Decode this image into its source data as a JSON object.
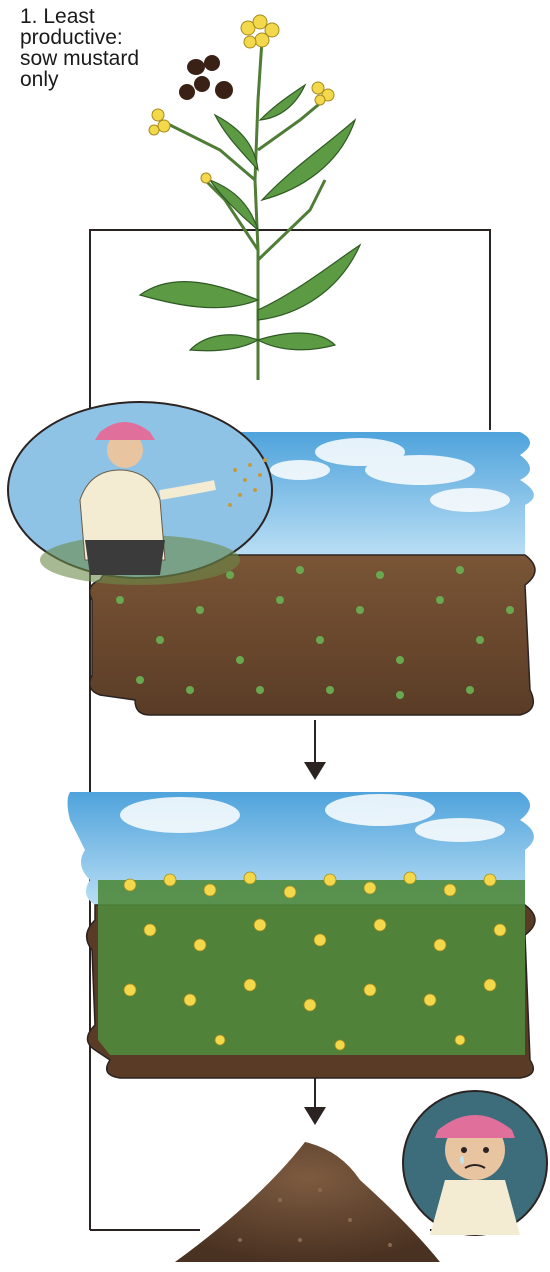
{
  "caption": {
    "lines": [
      "1. Least",
      "productive:",
      "sow mustard",
      "only"
    ]
  },
  "colors": {
    "frame": "#2b2321",
    "sky": "#6fb6e3",
    "soil": "#6b4a30",
    "leaf": "#4f8a3c",
    "flower": "#f2d84a",
    "hat": "#e06f9c",
    "seed": "#3a2115"
  },
  "icons": [
    "mustard-plant-icon",
    "seeds-icon",
    "farmer-sowing-icon",
    "sad-farmer-icon",
    "arrow-down-icon",
    "soil-pile-icon"
  ]
}
